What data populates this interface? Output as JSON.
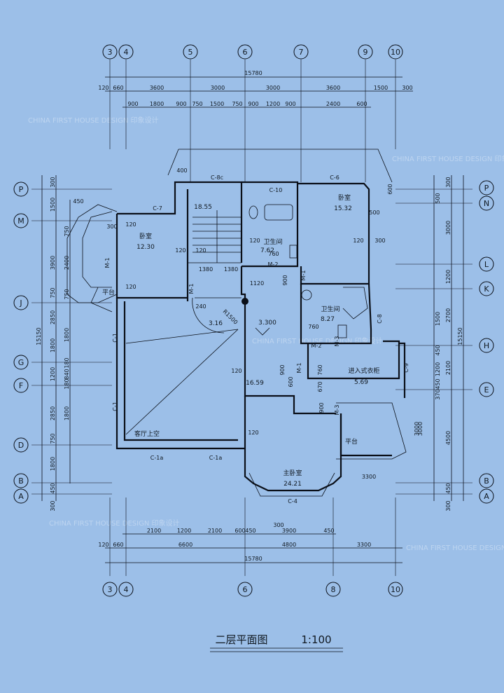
{
  "drawing": {
    "title": "二层平面图",
    "scale": "1:100"
  },
  "axes": {
    "top": [
      "3",
      "4",
      "5",
      "6",
      "7",
      "9",
      "10"
    ],
    "bottom": [
      "3",
      "4",
      "6",
      "8",
      "10"
    ],
    "left": [
      "P",
      "M",
      "J",
      "G",
      "F",
      "D",
      "B",
      "A"
    ],
    "right": [
      "P",
      "N",
      "L",
      "K",
      "H",
      "E",
      "B",
      "A"
    ]
  },
  "dims": {
    "top_total": "15780",
    "top_row1": [
      "120",
      "660",
      "3600",
      "3000",
      "3000",
      "3600",
      "1500",
      "300"
    ],
    "top_row2": [
      "900",
      "1800",
      "900",
      "750",
      "1500",
      "750",
      "900",
      "1200",
      "900",
      "2400",
      "600"
    ],
    "bottom_total": "15780",
    "bottom_row1": [
      "2100",
      "1200",
      "2100",
      "600",
      "450",
      "300",
      "3900",
      "450"
    ],
    "bottom_row2": [
      "120",
      "660",
      "6600",
      "4800",
      "3300"
    ],
    "left_total": "15150",
    "left_outer": [
      "300",
      "1500",
      "3900",
      "750",
      "2850",
      "1800",
      "1200",
      "2850",
      "750",
      "1800",
      "450",
      "300"
    ],
    "left_inner": [
      "450",
      "750",
      "2400",
      "750",
      "1800",
      "840",
      "180",
      "1800",
      "180"
    ],
    "right_total": "15150",
    "right_outer": [
      "300",
      "3000",
      "1200",
      "2700",
      "2100",
      "4500",
      "450",
      "300"
    ],
    "right_inner": [
      "600",
      "500",
      "1500",
      "450",
      "1200",
      "370",
      "450",
      "3000"
    ]
  },
  "rooms": [
    {
      "name": "卧室",
      "area": "12.30"
    },
    {
      "name": "",
      "area": "18.55"
    },
    {
      "name": "卫生间",
      "area": "7.62"
    },
    {
      "name": "卧室",
      "area": "15.32"
    },
    {
      "name": "",
      "area": "3.16"
    },
    {
      "name": "卫生间",
      "area": "8.27"
    },
    {
      "name": "",
      "area": "16.59"
    },
    {
      "name": "进入式衣柜",
      "area": "5.69"
    },
    {
      "name": "主卧室",
      "area": "24.21"
    },
    {
      "name": "客厅上空",
      "area": ""
    },
    {
      "name": "平台",
      "area": ""
    },
    {
      "name": "平台",
      "area": ""
    }
  ],
  "marks": {
    "level": "3.300",
    "radius": "R1500",
    "windows": [
      "C-7",
      "C-8c",
      "C-10",
      "C-6",
      "C-1",
      "C-1",
      "C-1a",
      "C-1a",
      "C-4",
      "C-8",
      "C-9"
    ],
    "doors": [
      "M-1",
      "M-1",
      "M-2",
      "M-1",
      "M-2",
      "M-1",
      "M-3",
      "M-3"
    ],
    "wall_dims": [
      "120",
      "120",
      "120",
      "120",
      "120",
      "120",
      "120",
      "300",
      "400",
      "500",
      "300",
      "120",
      "1380",
      "1380",
      "1120",
      "760",
      "900",
      "240",
      "760",
      "670",
      "760",
      "600",
      "900",
      "3300",
      "3000",
      "900"
    ]
  },
  "watermark": "CHINA FIRST HOUSE DESIGN 印象设计"
}
